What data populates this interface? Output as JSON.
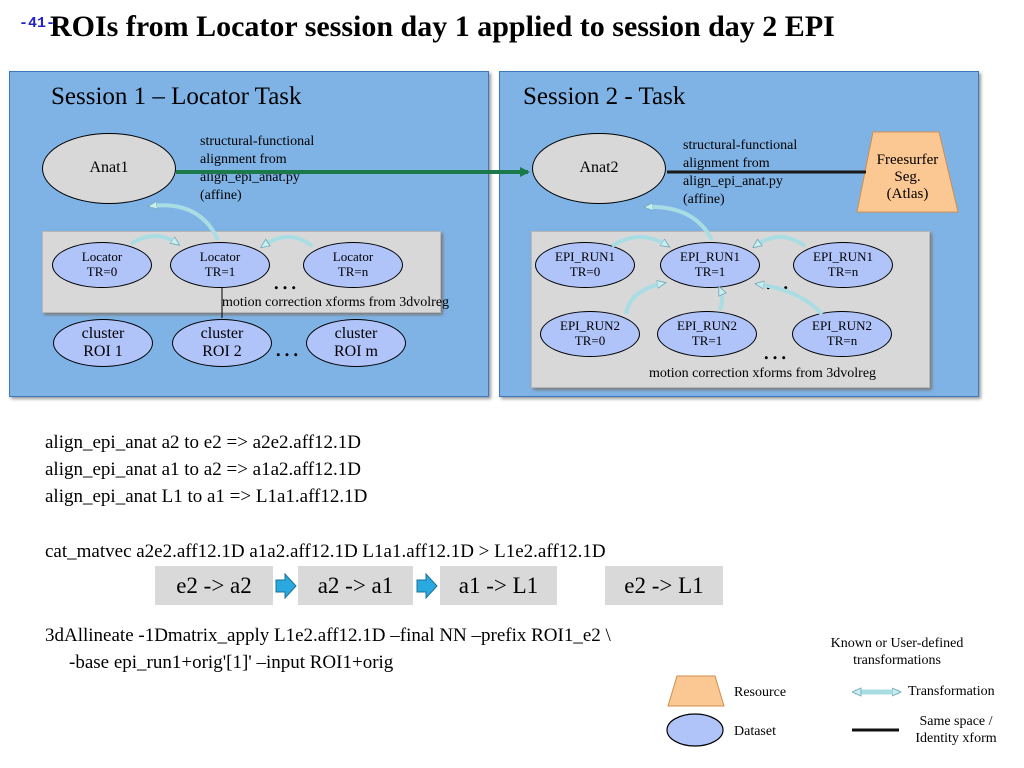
{
  "page_number": "-41-",
  "title": "ROIs from Locator session day 1 applied to session day 2 EPI",
  "session1": {
    "title": "Session 1 – Locator Task",
    "anat": "Anat1",
    "alignment_note": [
      "structural-functional",
      "alignment from",
      "align_epi_anat.py",
      "(affine)"
    ],
    "locators": [
      {
        "line1": "Locator",
        "line2": "TR=0"
      },
      {
        "line1": "Locator",
        "line2": "TR=1"
      },
      {
        "line1": "Locator",
        "line2": "TR=n"
      }
    ],
    "motion_label": "motion correction xforms from 3dvolreg",
    "clusters": [
      {
        "line1": "cluster",
        "line2": "ROI 1"
      },
      {
        "line1": "cluster",
        "line2": "ROI 2"
      },
      {
        "line1": "cluster",
        "line2": "ROI m"
      }
    ],
    "dots": "…"
  },
  "session2": {
    "title": "Session 2 - Task",
    "anat": "Anat2",
    "alignment_note": [
      "structural-functional",
      "alignment from",
      "align_epi_anat.py",
      "(affine)"
    ],
    "resource": [
      "Freesurfer",
      "Seg.",
      "(Atlas)"
    ],
    "run1": [
      {
        "line1": "EPI_RUN1",
        "line2": "TR=0"
      },
      {
        "line1": "EPI_RUN1",
        "line2": "TR=1"
      },
      {
        "line1": "EPI_RUN1",
        "line2": "TR=n"
      }
    ],
    "run2": [
      {
        "line1": "EPI_RUN2",
        "line2": "TR=0"
      },
      {
        "line1": "EPI_RUN2",
        "line2": "TR=1"
      },
      {
        "line1": "EPI_RUN2",
        "line2": "TR=n"
      }
    ],
    "motion_label": "motion correction xforms from 3dvolreg",
    "dots": "…"
  },
  "commands": {
    "align": [
      "align_epi_anat a2 to e2 => a2e2.aff12.1D",
      "align_epi_anat a1 to a2 => a1a2.aff12.1D",
      "align_epi_anat L1 to a1 => L1a1.aff12.1D"
    ],
    "cat_matvec": "cat_matvec a2e2.aff12.1D  a1a2.aff12.1D  L1a1.aff12.1D  > L1e2.aff12.1D",
    "chain": [
      "e2 -> a2",
      "a2 -> a1",
      "a1 -> L1"
    ],
    "result": "e2 -> L1",
    "allineate": [
      "3dAllineate  -1Dmatrix_apply  L1e2.aff12.1D –final NN –prefix ROI1_e2 \\",
      "-base  epi_run1+orig'[1]'  –input ROI1+orig"
    ]
  },
  "legend": {
    "header": [
      "Known or User-defined",
      "transformations"
    ],
    "resource": "Resource",
    "dataset": "Dataset",
    "transformation": "Transformation",
    "identity": [
      "Same space /",
      "Identity xform"
    ]
  },
  "colors": {
    "panel": "#7fb3e6",
    "graybox": "#d8d8d8",
    "dataset": "#b0c4fa",
    "resource": "#fbc894",
    "transform_arrow": "#c8eef0",
    "green_arrow": "#1c7a4a",
    "chain_arrow": "#29a9e0"
  }
}
